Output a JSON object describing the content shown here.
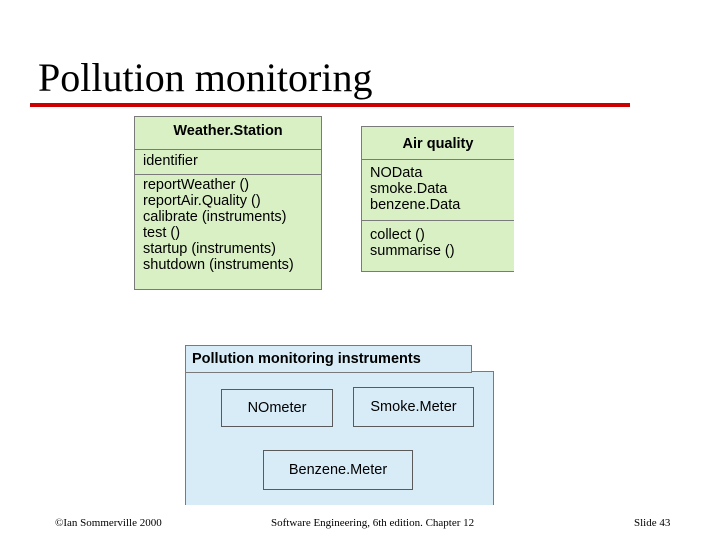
{
  "slide": {
    "title": "Pollution monitoring"
  },
  "weather_station": {
    "name": "Weather.Station",
    "attributes": [
      "identifier"
    ],
    "operations": [
      "reportWeather ()",
      "reportAir.Quality ()",
      "calibrate (instruments)",
      "test ()",
      "startup (instruments)",
      "shutdown (instruments)"
    ]
  },
  "air_quality": {
    "name": "Air quality",
    "attributes": [
      "NOData",
      "smoke.Data",
      "benzene.Data"
    ],
    "operations": [
      "collect ()",
      "summarise ()"
    ]
  },
  "instruments_package": {
    "name": "Pollution monitoring instruments",
    "items": [
      "NOmeter",
      "Smoke.Meter",
      "Benzene.Meter"
    ]
  },
  "colors": {
    "title_rule": "#cc0000",
    "class_fill_green": "#d9f0c4",
    "class_fill_blue": "#d8ecf8",
    "border": "#7a7a7a"
  },
  "footer": {
    "left": "©Ian Sommerville 2000",
    "center": "Software Engineering, 6th edition. Chapter 12",
    "right": "Slide 43"
  }
}
